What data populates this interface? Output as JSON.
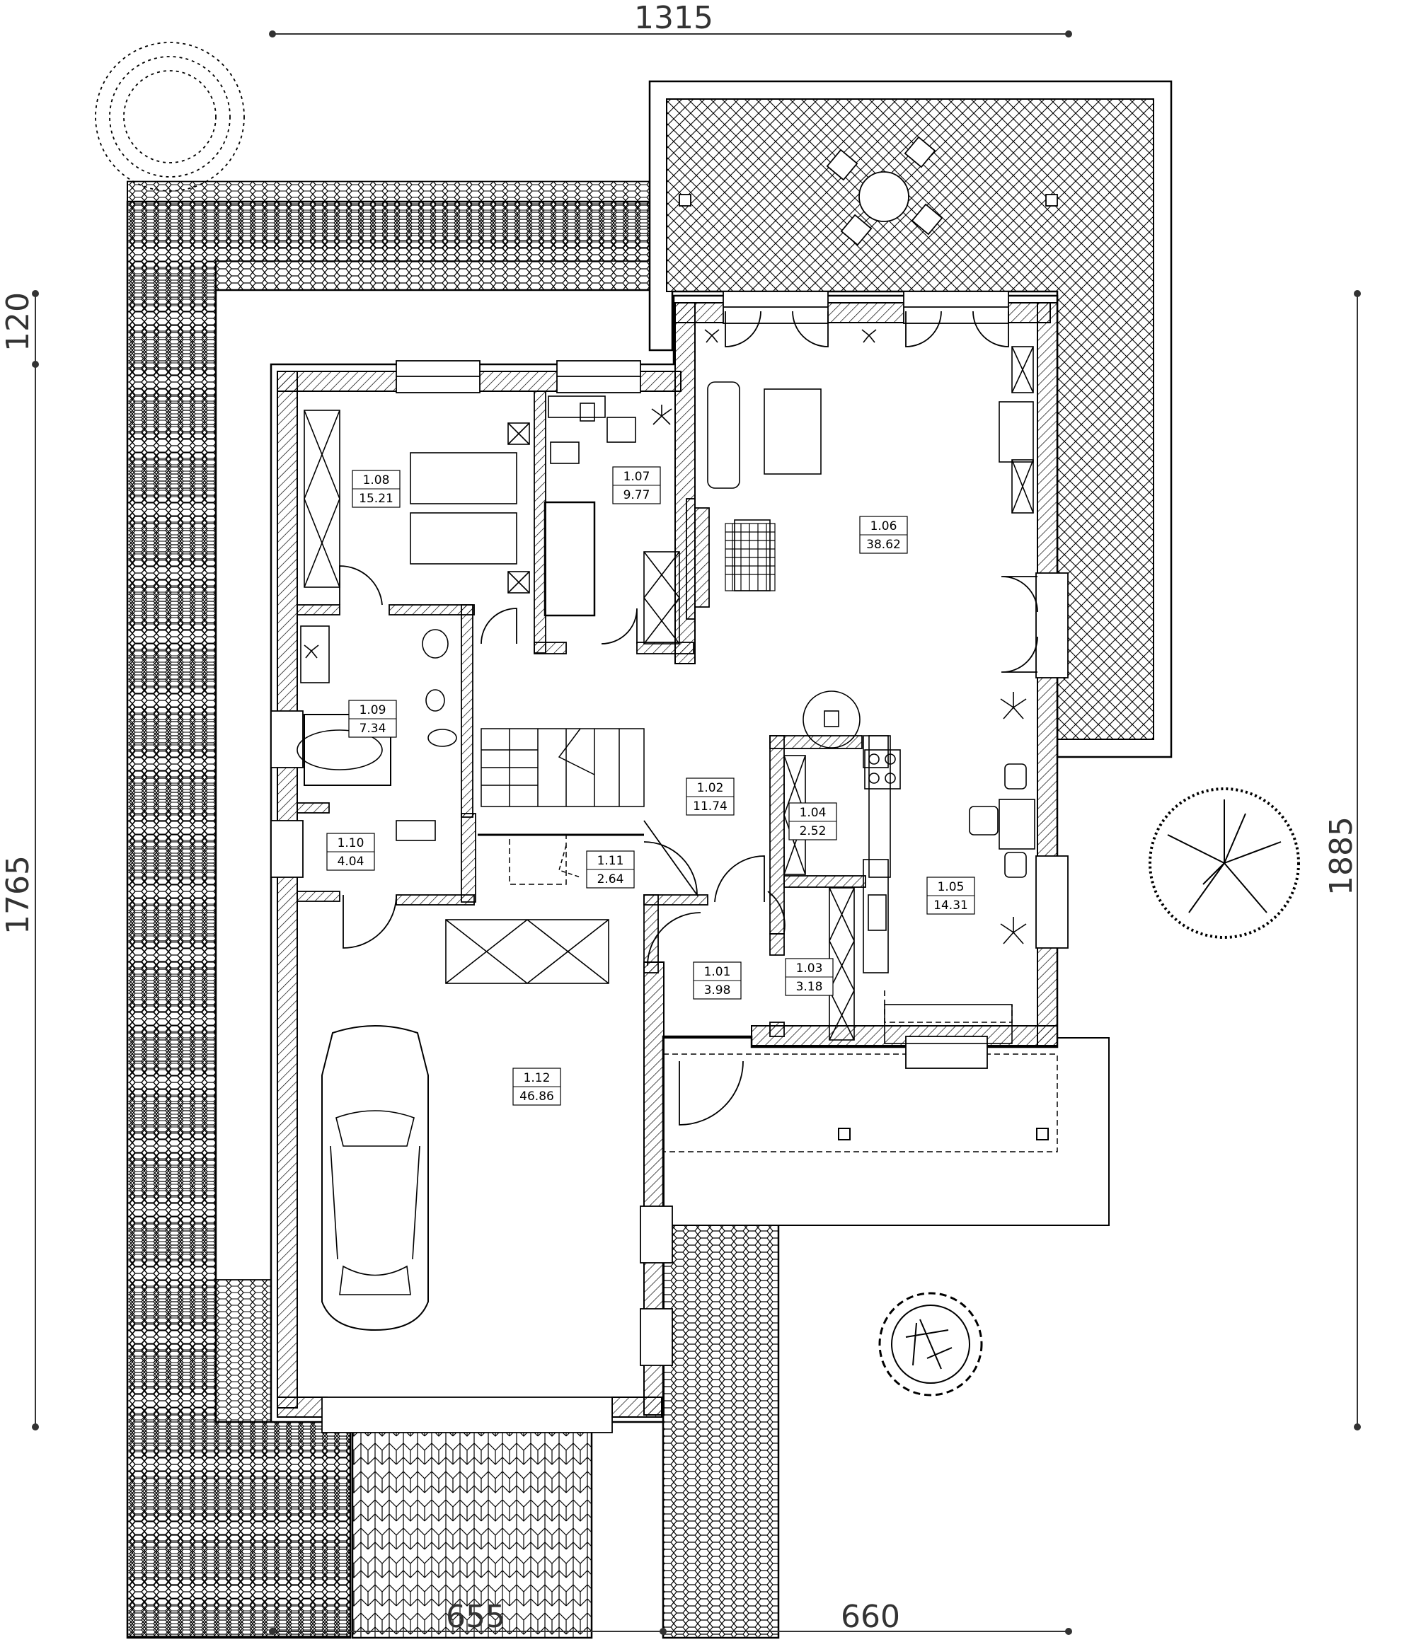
{
  "dimensions": {
    "top": "1315",
    "left_upper": "120",
    "left_main": "1765",
    "right": "1885",
    "bottom_left": "655",
    "bottom_right": "660"
  },
  "rooms": [
    {
      "id": "1.01",
      "area": "3.98"
    },
    {
      "id": "1.02",
      "area": "11.74"
    },
    {
      "id": "1.03",
      "area": "3.18"
    },
    {
      "id": "1.04",
      "area": "2.52"
    },
    {
      "id": "1.05",
      "area": "14.31"
    },
    {
      "id": "1.06",
      "area": "38.62"
    },
    {
      "id": "1.07",
      "area": "9.77"
    },
    {
      "id": "1.08",
      "area": "15.21"
    },
    {
      "id": "1.09",
      "area": "7.34"
    },
    {
      "id": "1.10",
      "area": "4.04"
    },
    {
      "id": "1.11",
      "area": "2.64"
    },
    {
      "id": "1.12",
      "area": "46.86"
    }
  ],
  "colors": {
    "line": "#000000",
    "wall_fill": "#ffffff",
    "dimension": "#333333"
  }
}
